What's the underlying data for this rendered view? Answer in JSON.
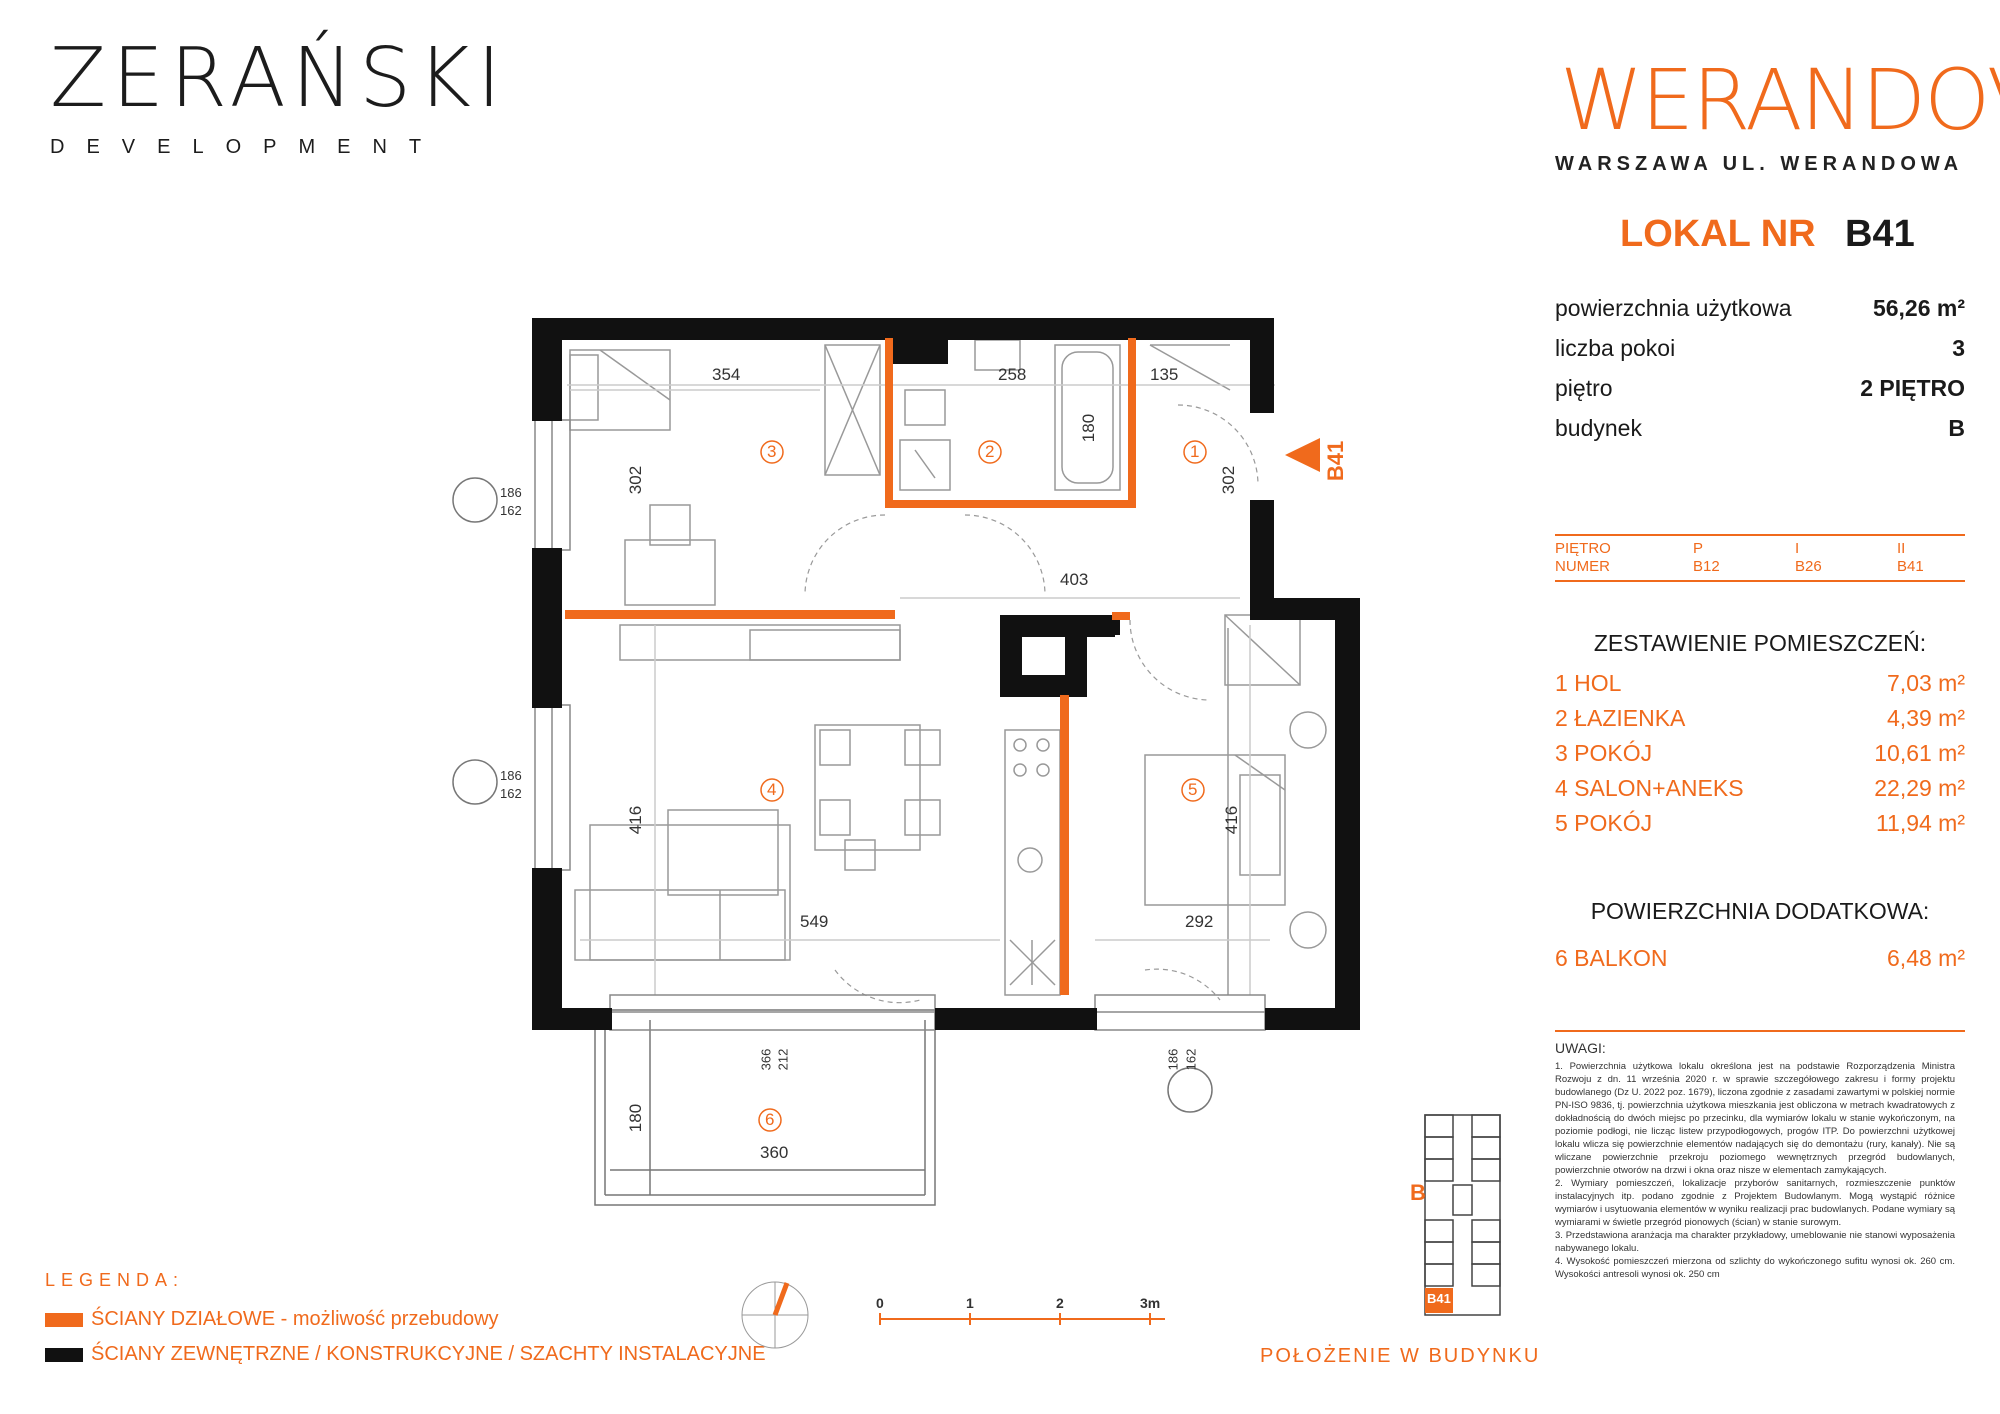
{
  "header": {
    "developer_logo": "ZERAŃSKI",
    "developer_sub": "DEVELOPMENT",
    "project_logo": "WERANDOVA",
    "project_sub": "WARSZAWA UL. WERANDOWA",
    "lokal_label": "LOKAL NR",
    "lokal_number": "B41"
  },
  "info": [
    {
      "label": "powierzchnia użytkowa",
      "value": "56,26 m²"
    },
    {
      "label": "liczba pokoi",
      "value": "3"
    },
    {
      "label": "piętro",
      "value": "2 PIĘTRO"
    },
    {
      "label": "budynek",
      "value": "B"
    }
  ],
  "floor_table": {
    "row_labels": [
      "PIĘTRO",
      "NUMER"
    ],
    "floors": [
      "P",
      "I",
      "II"
    ],
    "numbers": [
      "B12",
      "B26",
      "B41"
    ]
  },
  "rooms_title": "ZESTAWIENIE POMIESZCZEŃ:",
  "rooms": [
    {
      "label": "1 HOL",
      "area": "7,03 m²"
    },
    {
      "label": "2 ŁAZIENKA",
      "area": "4,39 m²"
    },
    {
      "label": "3 POKÓJ",
      "area": "10,61 m²"
    },
    {
      "label": "4 SALON+ANEKS",
      "area": "22,29 m²"
    },
    {
      "label": "5 POKÓJ",
      "area": "11,94 m²"
    }
  ],
  "extra_title": "POWIERZCHNIA DODATKOWA:",
  "extra": [
    {
      "label": "6 BALKON",
      "area": "6,48 m²"
    }
  ],
  "notes_title": "UWAGI:",
  "notes": [
    "1. Powierzchnia użytkowa lokalu określona jest na podstawie Rozporządzenia Ministra Rozwoju z dn. 11 września 2020 r. w sprawie szczegółowego zakresu i formy projektu budowlanego (Dz U. 2022 poz. 1679), liczona zgodnie z zasadami zawartymi w polskiej normie PN-ISO 9836, tj. powierzchnia użytkowa mieszkania jest obliczona w metrach kwadratowych z dokładnością do dwóch miejsc po przecinku, dla wymiarów lokalu w stanie wykończonym, na poziomie podłogi, nie licząc listew przypodłogowych, progów ITP. Do powierzchni użytkowej lokalu wlicza się powierzchnie elementów nadających się do demontażu (rury, kanały). Nie są wliczane powierzchnie przekroju poziomego wewnętrznych przegród budowlanych, powierzchnie otworów na drzwi i okna oraz nisze w elementach zamykających.",
    "2. Wymiary pomieszczeń, lokalizacje przyborów sanitarnych, rozmieszczenie punktów instalacyjnych itp. podano zgodnie z Projektem Budowlanym. Mogą wystąpić różnice wymiarów i usytuowania elementów w wyniku realizacji prac budowlanych. Podane wymiary są wymiarami w świetle przegród pionowych (ścian) w stanie surowym.",
    "3. Przedstawiona aranżacja ma charakter przykładowy, umeblowanie nie stanowi wyposażenia nabywanego lokalu.",
    "4. Wysokość pomieszczeń mierzona od szlichty do wykończonego sufitu wynosi ok. 260 cm. Wysokości antresoli wynosi ok. 250 cm"
  ],
  "legend": {
    "title": "LEGENDA:",
    "partition": "ŚCIANY DZIAŁOWE - możliwość przebudowy",
    "structural": "ŚCIANY ZEWNĘTRZNE / KONSTRUKCYJNE / SZACHTY INSTALACYJNE"
  },
  "scale": [
    "0",
    "1",
    "2",
    "3m"
  ],
  "position_label": "POŁOŻENIE W BUDYNKU",
  "plan": {
    "room_numbers": [
      "1",
      "2",
      "3",
      "4",
      "5",
      "6"
    ],
    "dims": {
      "r3_w": "354",
      "r3_h": "302",
      "r2_w": "258",
      "bath_w": "180",
      "r1_w": "135",
      "r1_h": "302",
      "corridor": "403",
      "r4_h": "416",
      "r4_w": "549",
      "r5_h": "416",
      "r5_w": "292",
      "balc_h": "180",
      "balc_w": "360",
      "win1a": "186",
      "win1b": "162",
      "win2a": "186",
      "win2b": "162",
      "win3a": "366",
      "win3b": "212",
      "win4a": "186",
      "win4b": "162"
    },
    "entry_label": "B41",
    "building_label": "B",
    "building_marker": "B41"
  },
  "colors": {
    "accent": "#f06a1c",
    "wall": "#111111"
  }
}
